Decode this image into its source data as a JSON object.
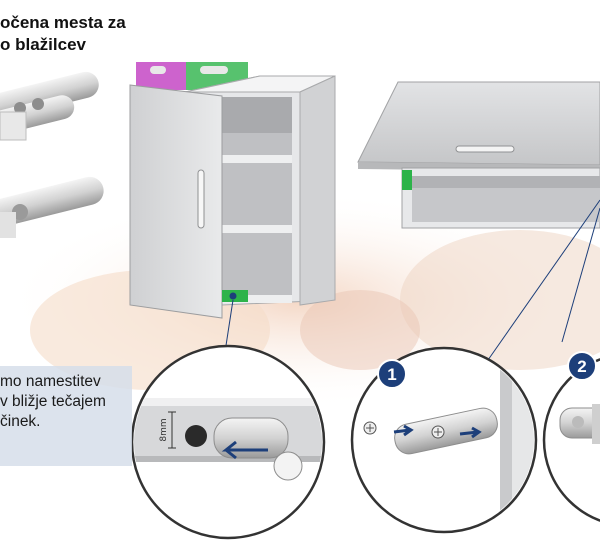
{
  "heading": {
    "line1": "očena mesta za",
    "line2": "o blažilcev"
  },
  "note": {
    "line1": "mo namestitev",
    "line2": "v bližje tečajem",
    "line3": "činek."
  },
  "detail": {
    "measurement": "8mm"
  },
  "steps": {
    "step1": "1",
    "step2": "2"
  },
  "colors": {
    "accent_green": "#2db34a",
    "accent_magenta": "#c03cc0",
    "step_badge": "#1d3f7a",
    "cabinet_gray": "#d9dadc"
  }
}
